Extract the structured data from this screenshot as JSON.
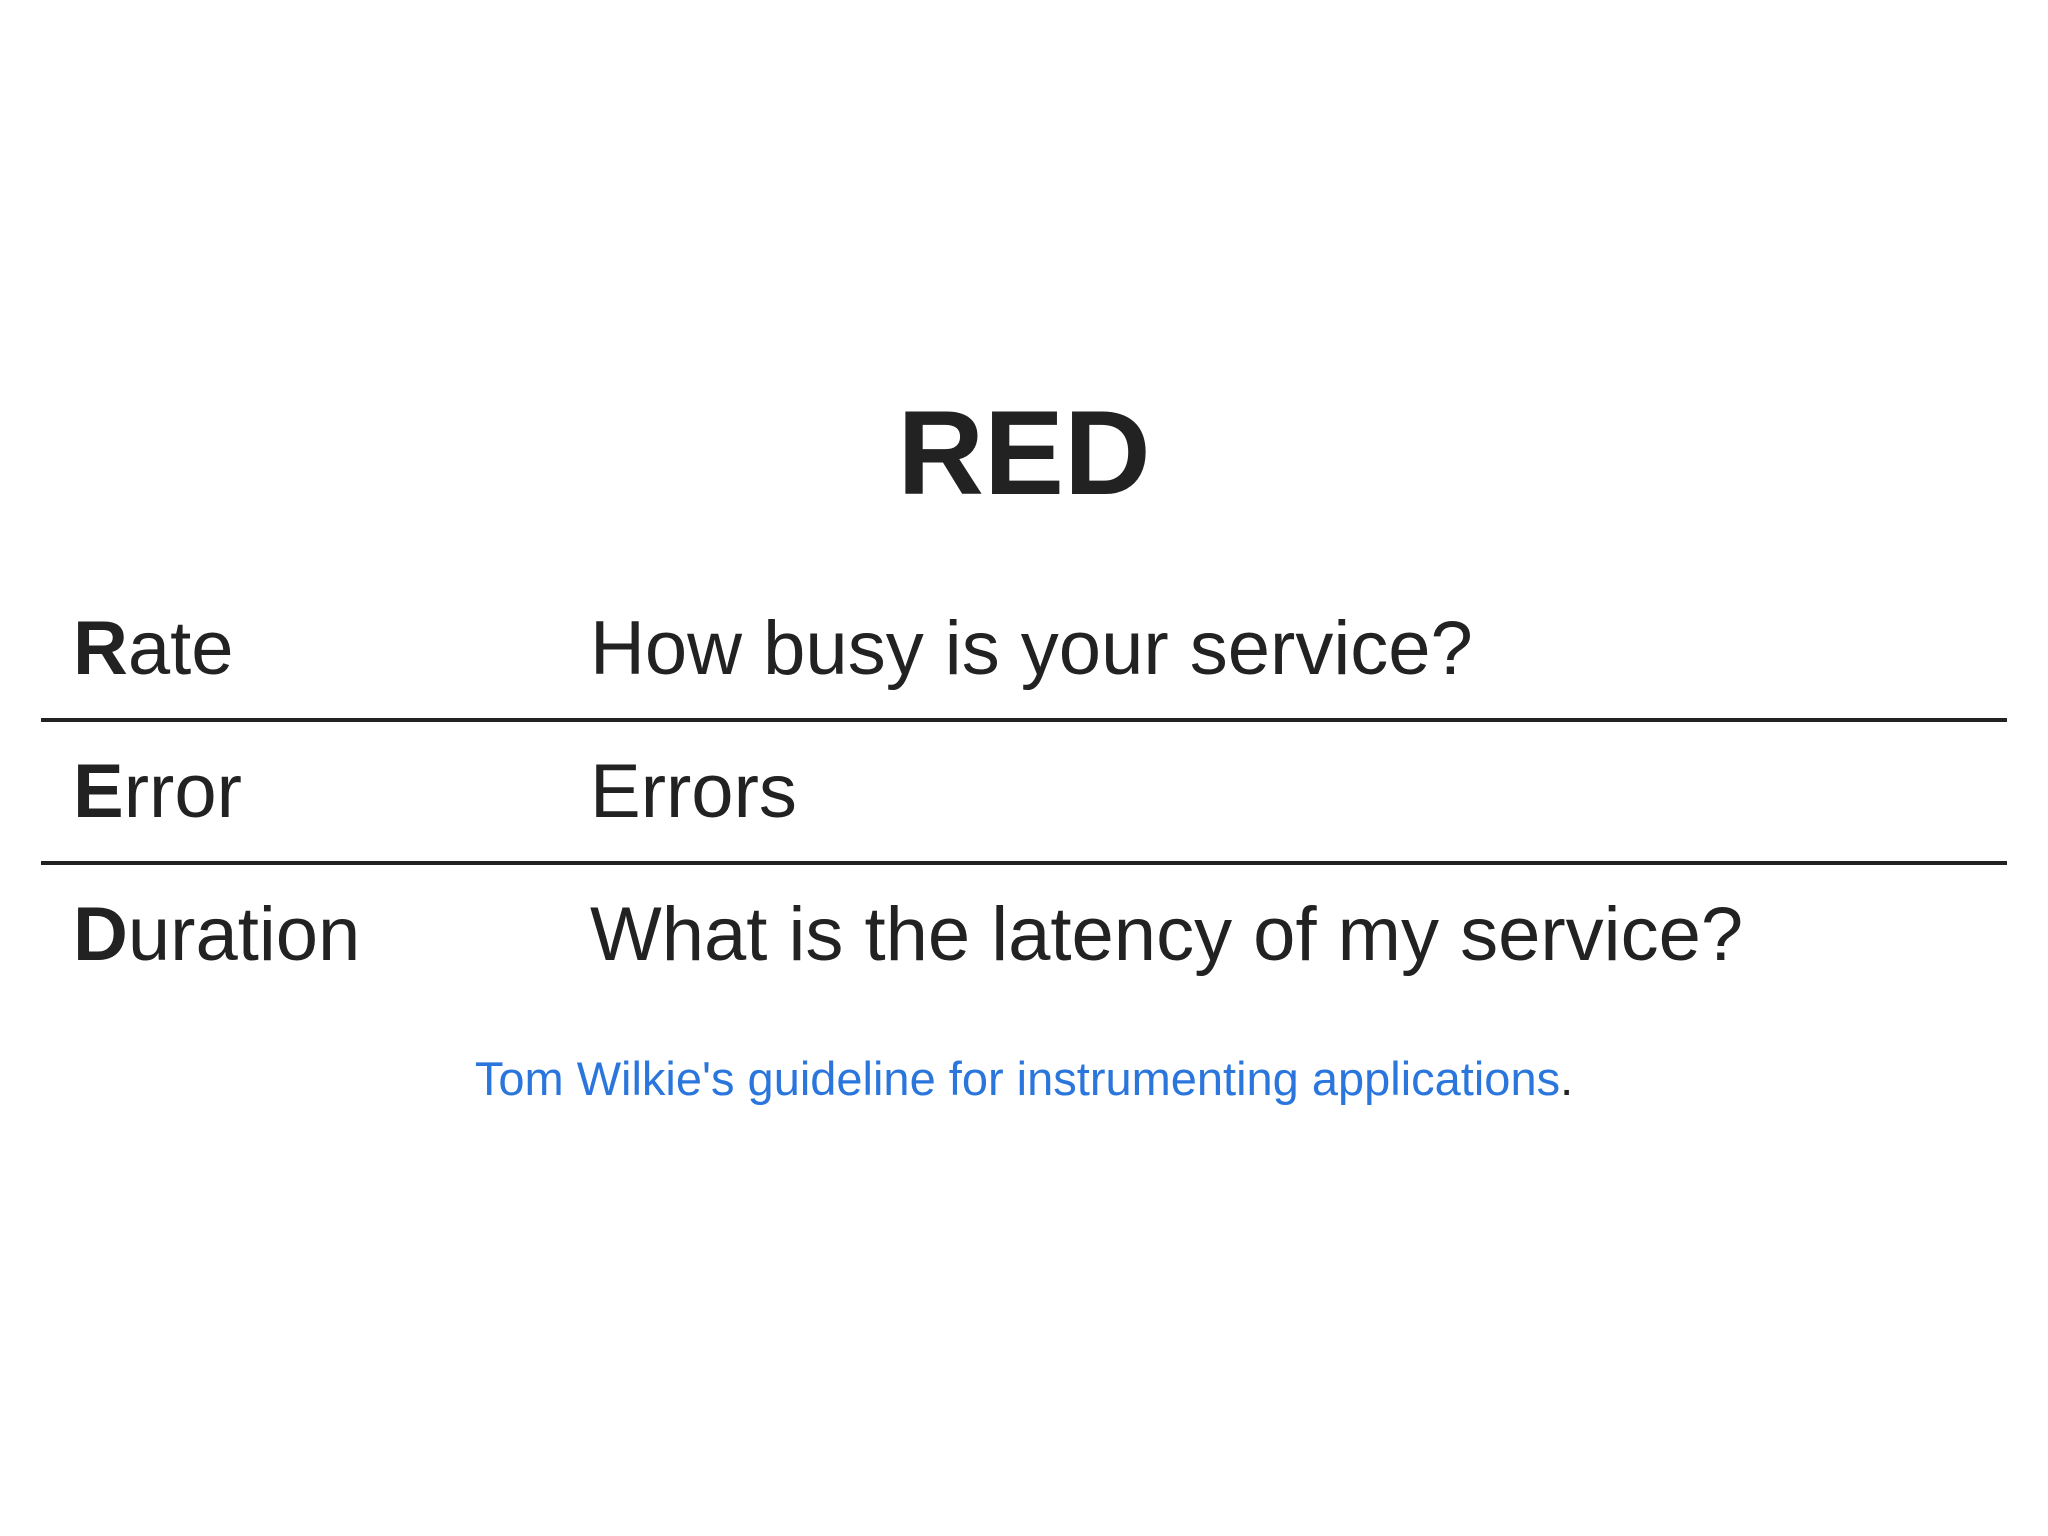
{
  "slide": {
    "title": "RED",
    "table": {
      "rows": [
        {
          "term_initial": "R",
          "term_rest": "ate",
          "description": "How busy is your service?"
        },
        {
          "term_initial": "E",
          "term_rest": "rror",
          "description": "Errors"
        },
        {
          "term_initial": "D",
          "term_rest": "uration",
          "description": "What is the latency of my service?"
        }
      ]
    },
    "attribution": {
      "link_text": "Tom Wilkie's guideline for instrumenting applications",
      "suffix": "."
    },
    "colors": {
      "text": "#222222",
      "link": "#2a76dd",
      "background": "#ffffff",
      "divider": "#222222"
    }
  }
}
